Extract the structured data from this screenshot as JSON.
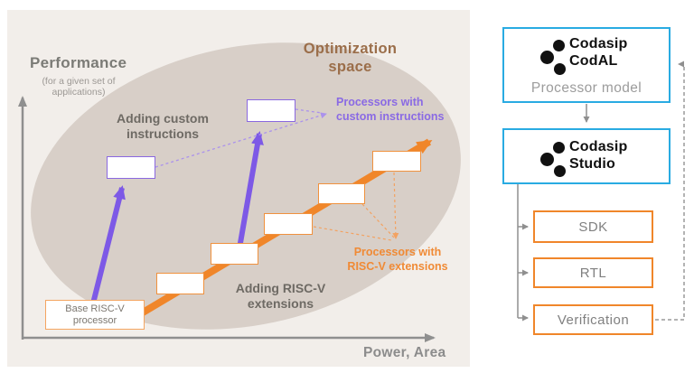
{
  "colors": {
    "panel_bg": "#f2eeea",
    "ellipse_fill": "#d8cfc8",
    "purple": "#7d59e6",
    "purple_light": "#ab92ec",
    "orange": "#f0862a",
    "orange_light": "#f3a261",
    "blue": "#29abe2",
    "axis_gray": "#8f8f8f",
    "label_brown": "#9b6e4a"
  },
  "left_chart": {
    "y_axis_label": "Performance",
    "y_axis_sublabel": "(for a given set of\napplications)",
    "x_axis_label": "Power, Area",
    "region_label": "Optimization\nspace",
    "purple_path_label": "Adding custom\ninstructions",
    "orange_path_label": "Adding RISC-V\nextensions",
    "purple_callout": "Processors with\ncustom instructions",
    "orange_callout": "Processors with\nRISC-V extensions",
    "base_box_label": "Base RISC-V\nprocessor"
  },
  "right_diagram": {
    "processor_model_box": {
      "brand": "Codasip",
      "product": "CodAL",
      "caption": "Processor model"
    },
    "studio_box": {
      "brand": "Codasip",
      "product": "Studio"
    },
    "output_boxes": [
      {
        "label": "SDK"
      },
      {
        "label": "RTL"
      },
      {
        "label": "Verification"
      }
    ]
  }
}
